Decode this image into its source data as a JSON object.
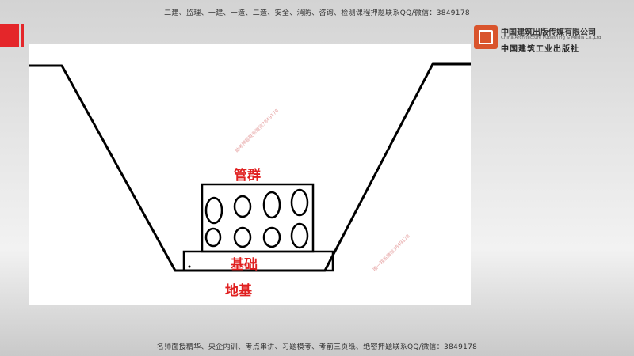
{
  "header": {
    "banner_text": "二建、监理、一建、一造、二造、安全、消防、咨询、检测课程押题联系QQ/微信：3849178"
  },
  "footer": {
    "banner_text": "名师面授精华、央企内训、考点串讲、习题模考、考前三页纸、绝密押题联系QQ/微信：3849178"
  },
  "logo": {
    "name_cn": "中国建筑出版传媒有限公司",
    "name_en": "China Architecture Publishing & Media Co.,Ltd",
    "name_cn_secondary": "中国建筑工业出版社"
  },
  "diagram": {
    "label_pipes": "管群",
    "label_foundation": "基础",
    "label_subgrade": "地基"
  },
  "watermarks": [
    "助考押题联系微信3849178",
    "唯一联系微信3849178"
  ],
  "colors": {
    "accent_red": "#e4262a",
    "label_red": "#e02020",
    "line": "#000000"
  }
}
